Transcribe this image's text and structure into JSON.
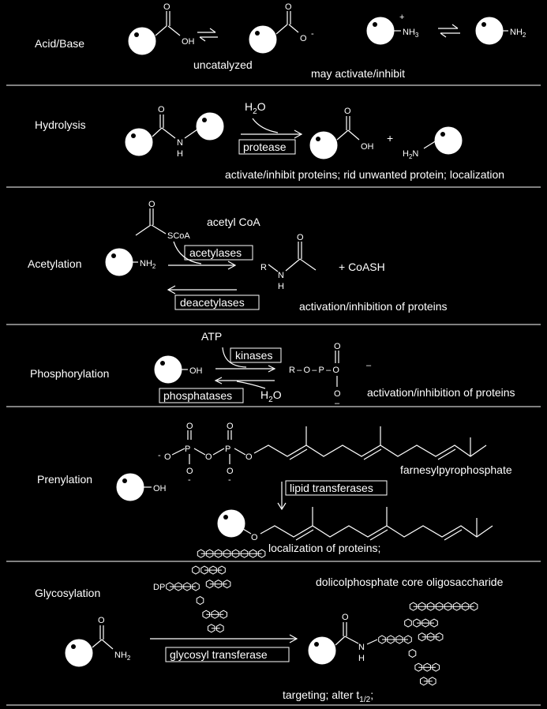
{
  "sections": {
    "acid_base": {
      "title": "Acid/Base",
      "caption_left": "uncatalyzed",
      "caption_right": "may activate/inhibit",
      "oh": "OH",
      "o_top": "O",
      "o_minus": "O",
      "minus": "-",
      "nh3": "NH",
      "nh3_sub": "3",
      "plus": "+",
      "nh2": "NH",
      "nh2_sub": "2"
    },
    "hydrolysis": {
      "title": "Hydrolysis",
      "water": "H",
      "water_sub": "2",
      "water_o": "O",
      "enzyme": "protease",
      "caption": "activate/inhibit proteins; rid unwanted protein; localization",
      "o_top": "O",
      "n": "N",
      "h": "H",
      "oh": "OH",
      "plus": "+",
      "h2n": "H",
      "h2n_sub": "2",
      "h2n_n": "N"
    },
    "acetylation": {
      "title": "Acetylation",
      "reagent": "acetyl CoA",
      "scoa": "SCoA",
      "o_top": "O",
      "nh2": "NH",
      "nh2_sub": "2",
      "enzyme_forward": "acetylases",
      "enzyme_reverse": "deacetylases",
      "r": "R",
      "n": "N",
      "h": "H",
      "product_extra": "+ CoASH",
      "caption": "activation/inhibition of proteins"
    },
    "phosphorylation": {
      "title": "Phosphorylation",
      "atp": "ATP",
      "oh": "OH",
      "enzyme_forward": "kinases",
      "enzyme_reverse": "phosphatases",
      "water": "H",
      "water_sub": "2",
      "water_o": "O",
      "product": "R – O – P – O",
      "minus": "–",
      "o_top": "O",
      "o_bottom": "O",
      "caption": "activation/inhibition of proteins"
    },
    "prenylation": {
      "title": "Prenylation",
      "oh": "OH",
      "reagent": "farnesylpyrophosphate",
      "enzyme": "lipid transferases",
      "caption": "localization of proteins;",
      "o": "O",
      "p": "P",
      "minus": "-"
    },
    "glycosylation": {
      "title": "Glycosylation",
      "dp": "DP",
      "reagent": "dolicolphosphate core oligosaccharide",
      "o_top": "O",
      "nh2": "NH",
      "nh2_sub": "2",
      "enzyme": "glycosyl transferase",
      "n": "N",
      "h": "H",
      "caption": "targeting; alter t",
      "caption_sub": "1/2",
      "caption_end": ";"
    }
  },
  "colors": {
    "background": "#000000",
    "foreground": "#ffffff"
  }
}
